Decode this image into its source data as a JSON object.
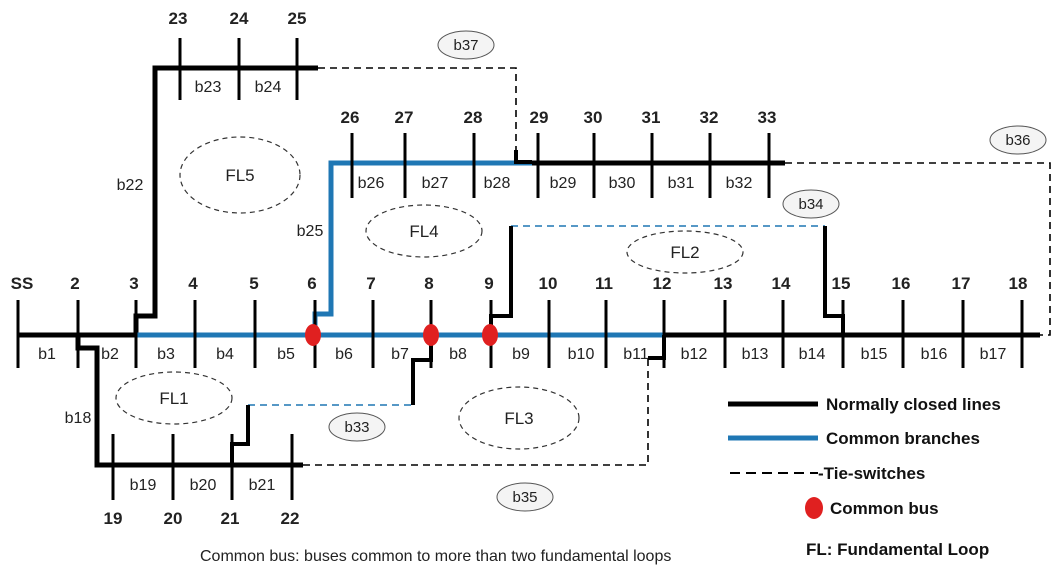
{
  "buses": [
    "SS",
    "2",
    "3",
    "4",
    "5",
    "6",
    "7",
    "8",
    "9",
    "10",
    "11",
    "12",
    "13",
    "14",
    "15",
    "16",
    "17",
    "18",
    "19",
    "20",
    "21",
    "22",
    "23",
    "24",
    "25",
    "26",
    "27",
    "28",
    "29",
    "30",
    "31",
    "32",
    "33"
  ],
  "branches": [
    "b1",
    "b2",
    "b3",
    "b4",
    "b5",
    "b6",
    "b7",
    "b8",
    "b9",
    "b10",
    "b11",
    "b12",
    "b13",
    "b14",
    "b15",
    "b16",
    "b17",
    "b18",
    "b19",
    "b20",
    "b21",
    "b22",
    "b23",
    "b24",
    "b25",
    "b26",
    "b27",
    "b28",
    "b29",
    "b30",
    "b31",
    "b32"
  ],
  "tie_switches": [
    "b33",
    "b34",
    "b35",
    "b36",
    "b37"
  ],
  "loops": [
    "FL1",
    "FL2",
    "FL3",
    "FL4",
    "FL5"
  ],
  "common_buses": [
    "6",
    "8",
    "9"
  ],
  "legend": {
    "normally_closed": "Normally closed lines",
    "common_branches": "Common branches",
    "tie_switches": "-Tie-switches",
    "common_bus": "Common bus",
    "fundamental_loop": "FL: Fundamental Loop"
  },
  "caption": "Common bus: buses common to more than two fundamental loops",
  "colors": {
    "normal": "#000000",
    "common": "#1f77b4",
    "tie": "#000000",
    "common_bus": "#e02020"
  }
}
